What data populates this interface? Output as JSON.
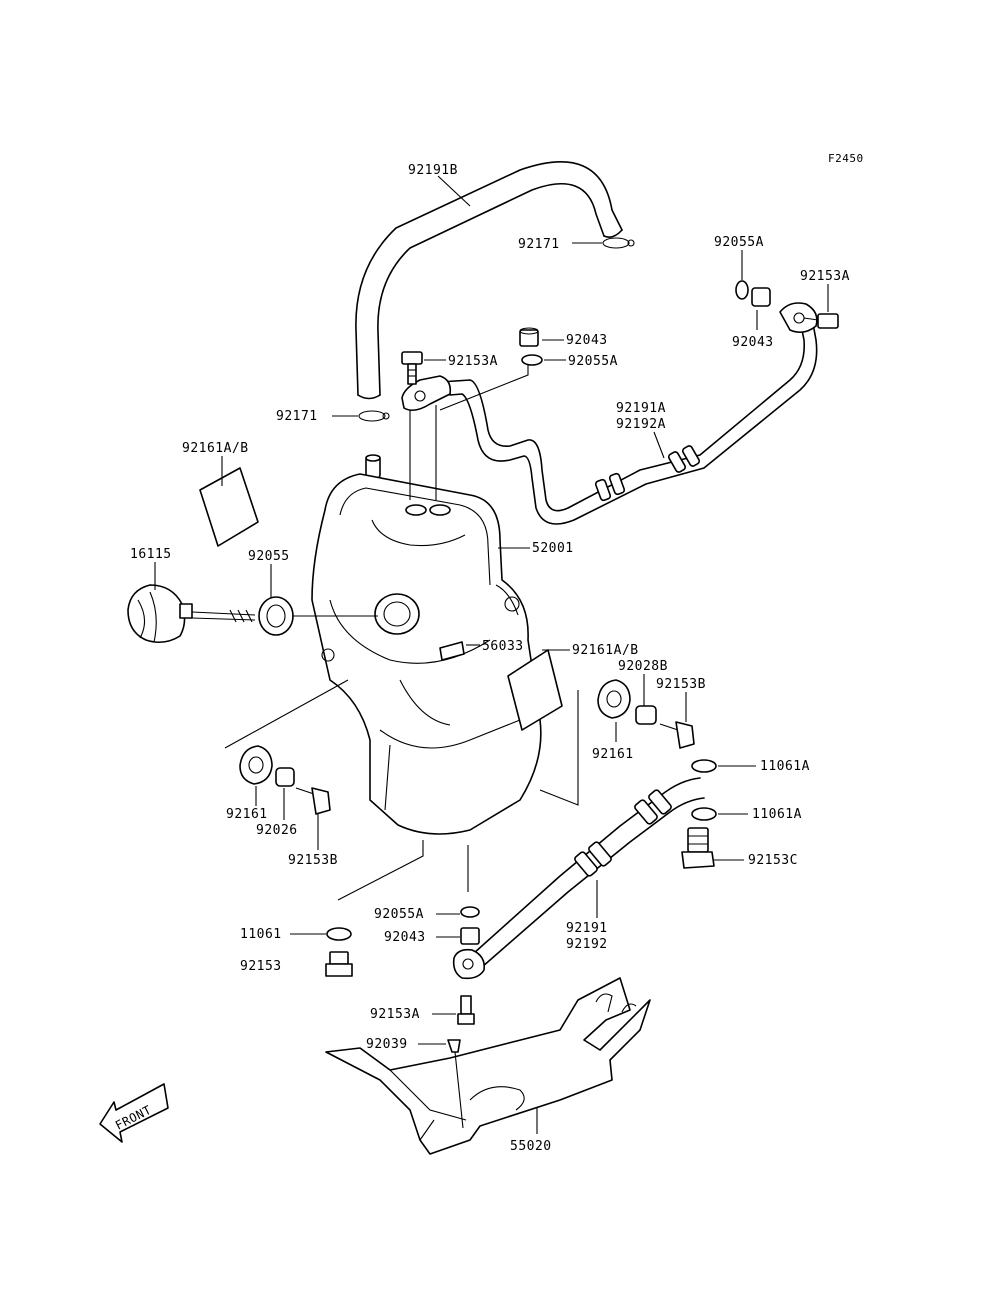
{
  "diagram": {
    "ref_code": "F2450",
    "front_badge": "FRONT",
    "labels": [
      {
        "id": "92191B",
        "text": "92191B"
      },
      {
        "id": "92171-top",
        "text": "92171"
      },
      {
        "id": "92055A-top",
        "text": "92055A"
      },
      {
        "id": "92153A-tr",
        "text": "92153A"
      },
      {
        "id": "92043-tr",
        "text": "92043"
      },
      {
        "id": "92043-center",
        "text": "92043"
      },
      {
        "id": "92153A-center",
        "text": "92153A"
      },
      {
        "id": "92055A-center",
        "text": "92055A"
      },
      {
        "id": "92171-mid",
        "text": "92171"
      },
      {
        "id": "92191A",
        "text": "92191A"
      },
      {
        "id": "92192A",
        "text": "92192A"
      },
      {
        "id": "92161AB-top",
        "text": "92161A/B"
      },
      {
        "id": "16115",
        "text": "16115"
      },
      {
        "id": "92055",
        "text": "92055"
      },
      {
        "id": "52001",
        "text": "52001"
      },
      {
        "id": "56033",
        "text": "56033"
      },
      {
        "id": "92161AB-mid",
        "text": "92161A/B"
      },
      {
        "id": "92028B",
        "text": "92028B"
      },
      {
        "id": "92153B-r",
        "text": "92153B"
      },
      {
        "id": "92161-r",
        "text": "92161"
      },
      {
        "id": "11061A-1",
        "text": "11061A"
      },
      {
        "id": "11061A-2",
        "text": "11061A"
      },
      {
        "id": "92153C",
        "text": "92153C"
      },
      {
        "id": "92161-l",
        "text": "92161"
      },
      {
        "id": "92026",
        "text": "92026"
      },
      {
        "id": "92153B-l",
        "text": "92153B"
      },
      {
        "id": "92055A-bottom",
        "text": "92055A"
      },
      {
        "id": "92043-bottom",
        "text": "92043"
      },
      {
        "id": "11061",
        "text": "11061"
      },
      {
        "id": "92153",
        "text": "92153"
      },
      {
        "id": "92191",
        "text": "92191"
      },
      {
        "id": "92192",
        "text": "92192"
      },
      {
        "id": "92153A-bottom",
        "text": "92153A"
      },
      {
        "id": "92039",
        "text": "92039"
      },
      {
        "id": "55020",
        "text": "55020"
      }
    ]
  }
}
